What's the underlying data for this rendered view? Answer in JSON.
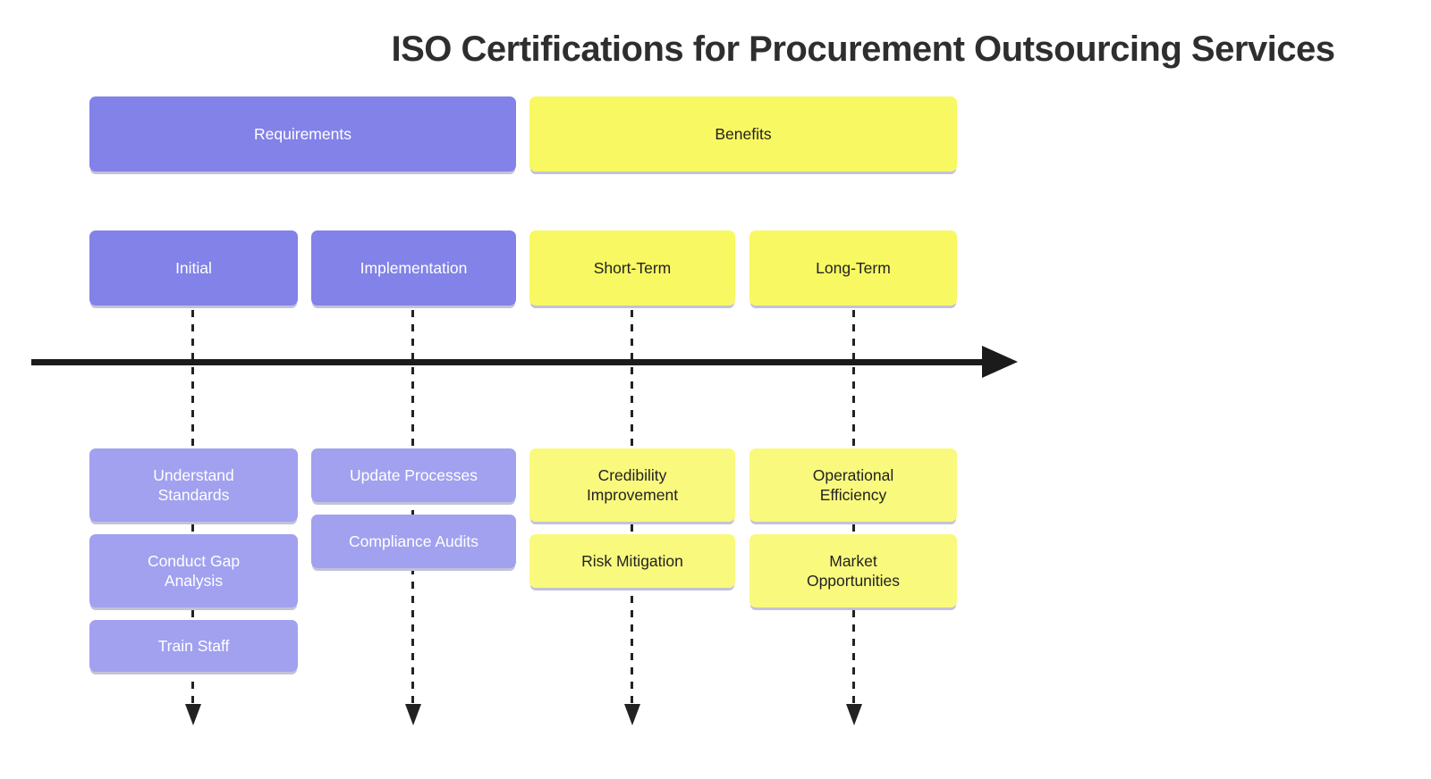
{
  "title": "ISO Certifications for Procurement Outsourcing Services",
  "colors": {
    "requirements_header": "#8282e8",
    "requirements_item": "#a1a1f0",
    "benefits_header": "#f8f862",
    "benefits_item": "#f9f97d",
    "timeline": "#1b1b1b",
    "title_text": "#2e2e2e"
  },
  "groups": [
    {
      "label": "Requirements",
      "phases": [
        {
          "label": "Initial",
          "items": [
            "Understand Standards",
            "Conduct Gap Analysis",
            "Train Staff"
          ]
        },
        {
          "label": "Implementation",
          "items": [
            "Update Processes",
            "Compliance Audits"
          ]
        }
      ]
    },
    {
      "label": "Benefits",
      "phases": [
        {
          "label": "Short-Term",
          "items": [
            "Credibility Improvement",
            "Risk Mitigation"
          ]
        },
        {
          "label": "Long-Term",
          "items": [
            "Operational Efficiency",
            "Market Opportunities"
          ]
        }
      ]
    }
  ]
}
